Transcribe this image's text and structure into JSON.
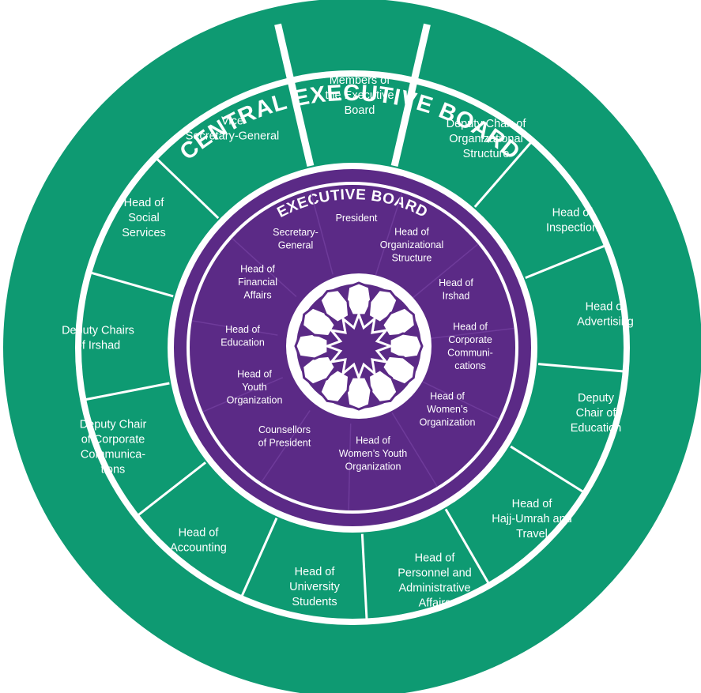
{
  "outer_board": {
    "title": "CENTRAL EXECUTIVE BOARD",
    "color": "#0e9a72",
    "members": [
      {
        "lines": [
          "Members of",
          "the Executive",
          "Board"
        ]
      },
      {
        "lines": [
          "Deputy Chair of",
          "Organizational",
          "Structure"
        ]
      },
      {
        "lines": [
          "Head of",
          "Inspection"
        ]
      },
      {
        "lines": [
          "Head of",
          "Advertising"
        ]
      },
      {
        "lines": [
          "Deputy",
          "Chair of",
          "Education"
        ]
      },
      {
        "lines": [
          "Head of",
          "Hajj-Umrah and",
          "Travel"
        ]
      },
      {
        "lines": [
          "Head of",
          "Personnel and",
          "Administrative",
          "Affairs"
        ]
      },
      {
        "lines": [
          "Head of",
          "University",
          "Students"
        ]
      },
      {
        "lines": [
          "Head of",
          "Accounting"
        ]
      },
      {
        "lines": [
          "Deputy Chair",
          "of Corporate",
          "Communica-",
          "tions"
        ]
      },
      {
        "lines": [
          "Deputy Chairs",
          "of Irshad"
        ]
      },
      {
        "lines": [
          "Head of",
          "Social",
          "Services"
        ]
      },
      {
        "lines": [
          "Vice",
          "Secretary-General"
        ]
      }
    ]
  },
  "inner_board": {
    "title": "EXECUTIVE BOARD",
    "color": "#5b2a86",
    "members": [
      {
        "lines": [
          "President"
        ]
      },
      {
        "lines": [
          "Head of",
          "Organizational",
          "Structure"
        ]
      },
      {
        "lines": [
          "Head of",
          "Irshad"
        ]
      },
      {
        "lines": [
          "Head of",
          "Corporate",
          "Communi-",
          "cations"
        ]
      },
      {
        "lines": [
          "Head of",
          "Women’s",
          "Organization"
        ]
      },
      {
        "lines": [
          "Head of",
          "Women’s Youth",
          "Organization"
        ]
      },
      {
        "lines": [
          "Counsellors",
          "of President"
        ]
      },
      {
        "lines": [
          "Head of",
          "Youth",
          "Organization"
        ]
      },
      {
        "lines": [
          "Head of",
          "Education"
        ]
      },
      {
        "lines": [
          "Head of",
          "Financial",
          "Affairs"
        ]
      },
      {
        "lines": [
          "Secretary-",
          "General"
        ]
      }
    ]
  },
  "center_emblem": {
    "icon": "twelve-point-star-emblem-icon",
    "color": "#ffffff"
  }
}
